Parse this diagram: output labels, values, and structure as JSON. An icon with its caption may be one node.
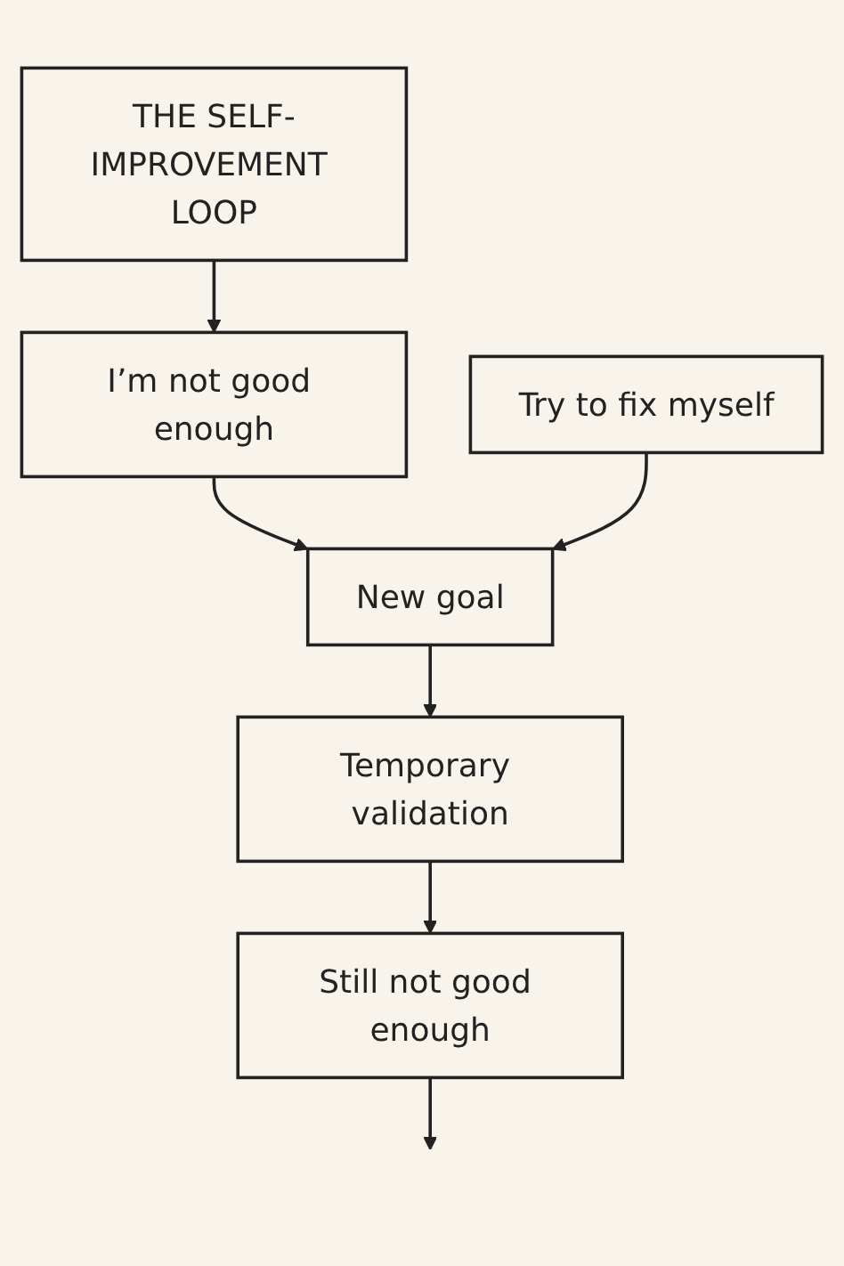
{
  "diagram": {
    "nodes": [
      {
        "text": [
          "THE SELF-IMPROVEMENT LOOP"
        ]
      },
      {
        "text": [
          "I’m not good enough"
        ]
      },
      {
        "text": [
          "Try to fix myself"
        ]
      },
      {
        "text": [
          "New goal"
        ]
      },
      {
        "text": [
          "Temporary validation"
        ]
      },
      {
        "text": [
          "Still not good enough"
        ]
      }
    ],
    "edges": [
      {
        "from": 0,
        "to": 1,
        "arrow": "to"
      },
      {
        "from": 1,
        "to": 3,
        "arrow": "to"
      },
      {
        "from": 2,
        "to": 3,
        "arrow": "to"
      },
      {
        "from": 3,
        "to": 4,
        "arrow": "to"
      },
      {
        "from": 4,
        "to": 5,
        "arrow": "to"
      },
      {
        "from": 5,
        "to": null,
        "arrow": "to"
      }
    ]
  }
}
